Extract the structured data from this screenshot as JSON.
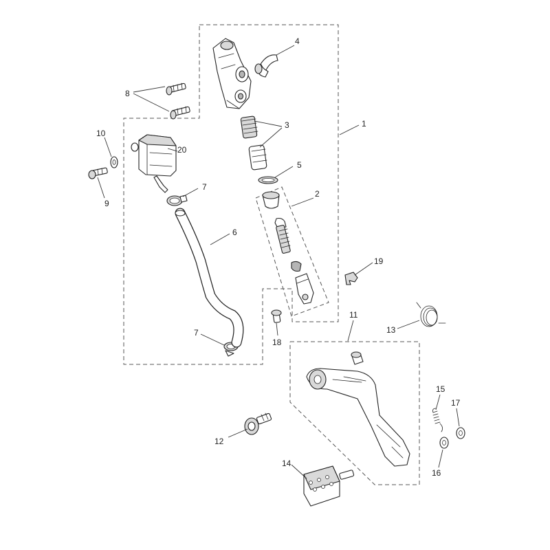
{
  "diagram": {
    "callouts": [
      "1",
      "2",
      "3",
      "4",
      "5",
      "6",
      "7",
      "7",
      "8",
      "9",
      "10",
      "11",
      "12",
      "13",
      "14",
      "15",
      "16",
      "17",
      "18",
      "19",
      "20"
    ]
  }
}
